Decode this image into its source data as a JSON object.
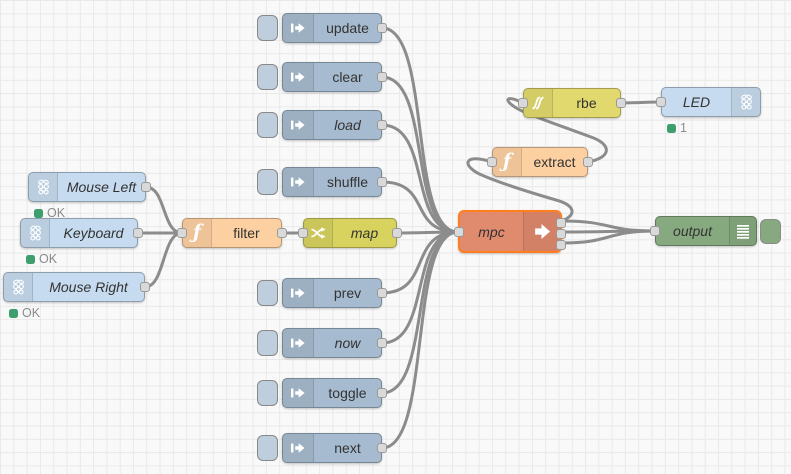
{
  "colors": {
    "inject": "#a6bbcf",
    "rpi": "#c6dbef",
    "func": "#fdd0a2",
    "range": "#d8d35f",
    "rbe": "#e2d96e",
    "mpc": "#e08a6e",
    "debug": "#87a980",
    "selected": "#ff7f1e",
    "wire": "#8c8c8c",
    "portfill": "#d9d9d9",
    "portborder": "#999999",
    "statusgreen": "#3f9e6e",
    "statustext": "#8a8a8a",
    "labeltext": "#333333",
    "canvasbg": "#f9f9f9",
    "grid": "#e9e9e9"
  },
  "nodes": {
    "update": {
      "type": "inject",
      "label": "update"
    },
    "clear": {
      "type": "inject",
      "label": "clear"
    },
    "load": {
      "type": "inject",
      "label": "load"
    },
    "shuffle": {
      "type": "inject",
      "label": "shuffle"
    },
    "prev": {
      "type": "inject",
      "label": "prev"
    },
    "now": {
      "type": "inject",
      "label": "now"
    },
    "toggle": {
      "type": "inject",
      "label": "toggle"
    },
    "next": {
      "type": "inject",
      "label": "next"
    },
    "mouse_left": {
      "type": "rpi-input",
      "label": "Mouse Left",
      "status": "OK"
    },
    "keyboard": {
      "type": "rpi-input",
      "label": "Keyboard",
      "status": "OK"
    },
    "mouse_right": {
      "type": "rpi-input",
      "label": "Mouse Right",
      "status": "OK"
    },
    "filter": {
      "type": "function",
      "label": "filter"
    },
    "map": {
      "type": "range",
      "label": "map"
    },
    "mpc": {
      "type": "mpc",
      "label": "mpc",
      "selected": true,
      "outputs": 3
    },
    "extract": {
      "type": "function",
      "label": "extract"
    },
    "rbe": {
      "type": "rbe",
      "label": "rbe"
    },
    "led": {
      "type": "rpi-output",
      "label": "LED",
      "status": "1"
    },
    "output": {
      "type": "debug",
      "label": "output"
    }
  },
  "connections": [
    [
      "mouse_left",
      "filter"
    ],
    [
      "keyboard",
      "filter"
    ],
    [
      "mouse_right",
      "filter"
    ],
    [
      "filter",
      "map"
    ],
    [
      "map",
      "mpc"
    ],
    [
      "update",
      "mpc"
    ],
    [
      "clear",
      "mpc"
    ],
    [
      "load",
      "mpc"
    ],
    [
      "shuffle",
      "mpc"
    ],
    [
      "prev",
      "mpc"
    ],
    [
      "now",
      "mpc"
    ],
    [
      "toggle",
      "mpc"
    ],
    [
      "next",
      "mpc"
    ],
    [
      "mpc:1",
      "output"
    ],
    [
      "mpc:2",
      "output"
    ],
    [
      "mpc:3",
      "output"
    ],
    [
      "mpc:1",
      "extract"
    ],
    [
      "extract",
      "rbe"
    ],
    [
      "rbe",
      "led"
    ]
  ]
}
